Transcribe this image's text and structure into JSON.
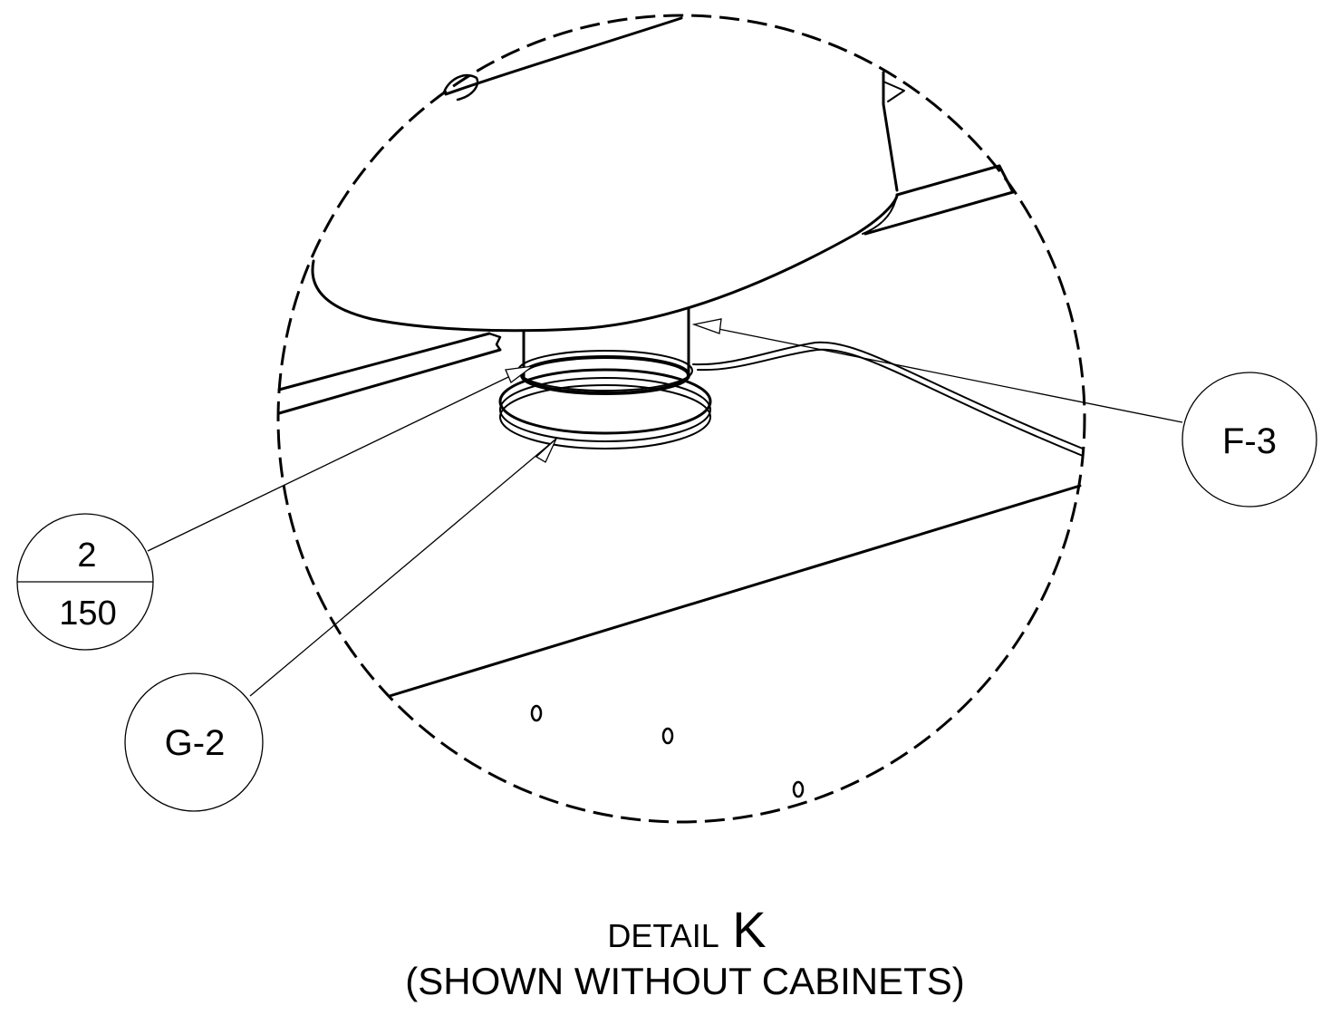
{
  "title": {
    "detail_prefix": "DETAIL",
    "detail_letter": "K",
    "subtitle": "(SHOWN WITHOUT CABINETS)"
  },
  "callouts": {
    "f3": "F-3",
    "g2": "G-2",
    "item_top": "2",
    "item_bottom": "150"
  },
  "colors": {
    "line": "#000000",
    "background": "#ffffff"
  }
}
